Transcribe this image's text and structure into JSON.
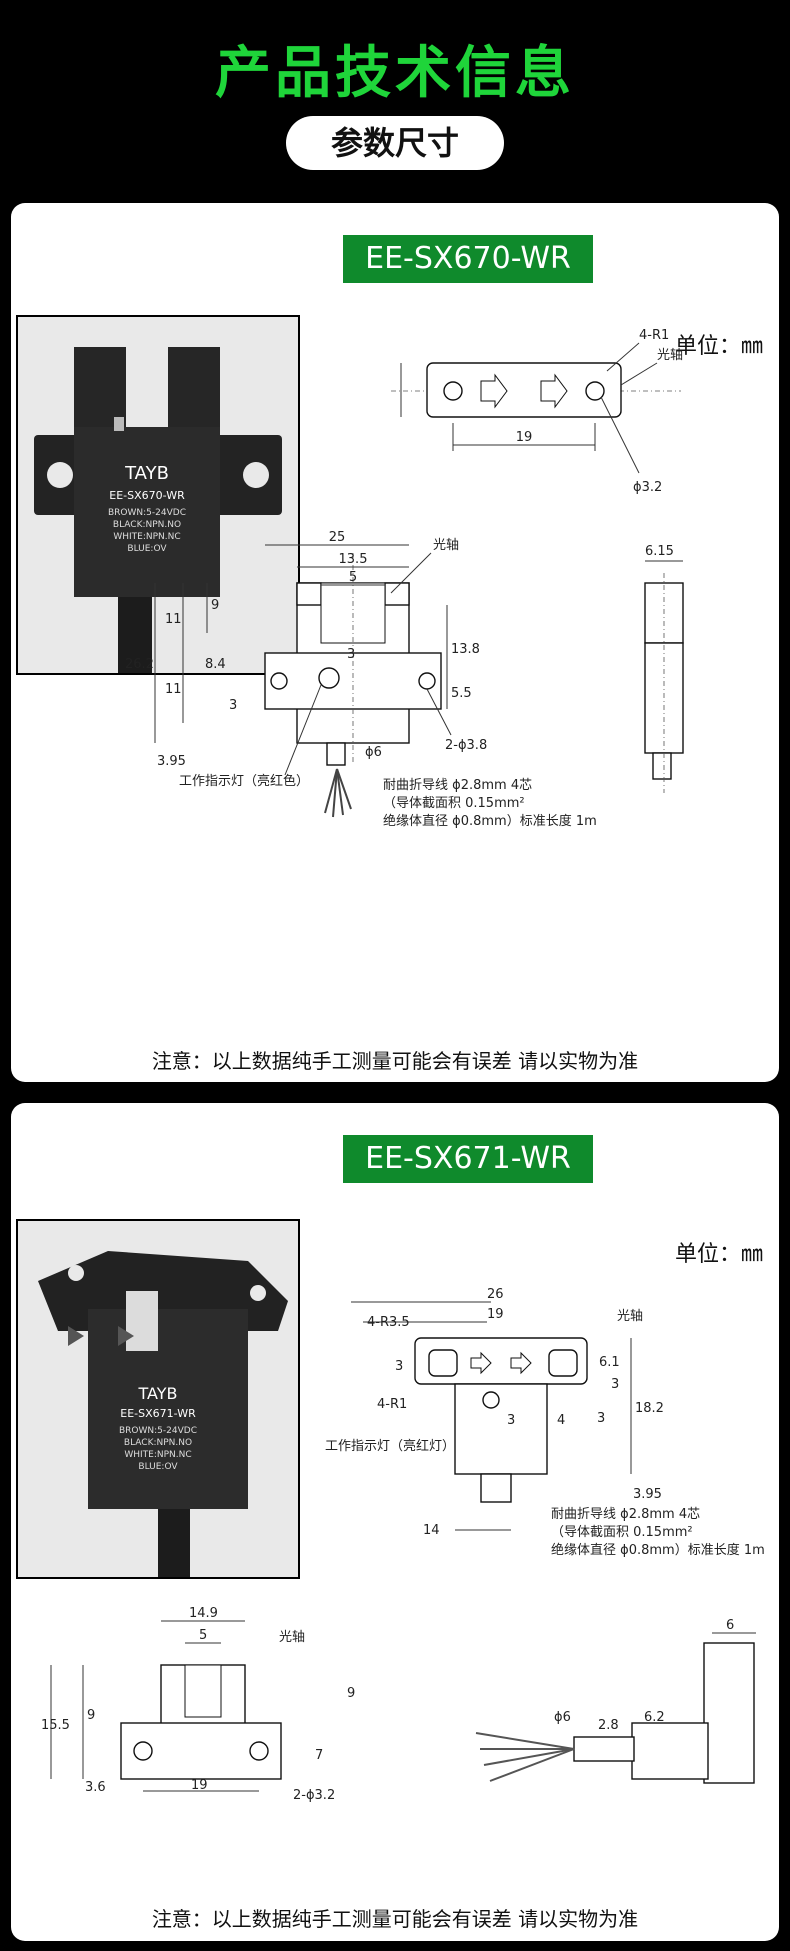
{
  "header": {
    "title": "产品技术信息",
    "subtitle": "参数尺寸"
  },
  "colors": {
    "accent": "#1fd53a",
    "banner": "#0f8a2c",
    "page_bg": "#000000"
  },
  "cards": [
    {
      "model": "EE-SX670-WR",
      "unit": "单位：㎜",
      "photo": {
        "brand": "TAYB",
        "model": "EE-SX670-WR",
        "lines": [
          "BROWN:5-24VDC",
          "BLACK:NPN.NO",
          "WHITE:NPN.NC",
          "BLUE:OV"
        ]
      },
      "top_view": {
        "r_label": "4-R1",
        "axis_label": "光轴",
        "width": "19",
        "hole": "ϕ3.2"
      },
      "front_view": {
        "overall_width": "25",
        "inner_width": "13.5",
        "slot": "5",
        "axis_label": "光轴",
        "slot_depth": "9",
        "dim_11a": "11",
        "height": "26.2",
        "dim_8_4": "8.4",
        "dim_3a": "3",
        "dim_11b": "11",
        "dim_3b": "3",
        "dim_13_8": "13.8",
        "dim_5_5": "5.5",
        "holes": "2-ϕ3.8",
        "bottom": "3.95",
        "cable": "ϕ6",
        "indicator": "工作指示灯（亮红色）",
        "cable_note": [
          "耐曲折导线 ϕ2.8mm  4芯",
          "（导体截面积 0.15mm²",
          "绝缘体直径 ϕ0.8mm）标准长度 1m"
        ]
      },
      "side_view": {
        "thickness": "6.15"
      },
      "note": "注意：以上数据纯手工测量可能会有误差 请以实物为准"
    },
    {
      "model": "EE-SX671-WR",
      "unit": "单位：㎜",
      "photo": {
        "brand": "TAYB",
        "model": "EE-SX671-WR",
        "lines": [
          "BROWN:5-24VDC",
          "BLACK:NPN.NO",
          "WHITE:NPN.NC",
          "BLUE:OV"
        ]
      },
      "top_view": {
        "overall_width": "26",
        "hole_pitch": "19",
        "r_label_a": "4-R3.5",
        "r_label_b": "4-R1",
        "axis_label": "光轴",
        "dim_3": "3",
        "dim_6_1": "6.1",
        "dim_3b": "3",
        "dim_3c": "3",
        "dim_4": "4",
        "dim_3d": "3",
        "dim_18_2": "18.2",
        "bottom": "3.95",
        "base": "14",
        "indicator": "工作指示灯（亮红灯）",
        "cable_note": [
          "耐曲折导线 ϕ2.8mm  4芯",
          "（导体截面积 0.15mm²",
          "绝缘体直径 ϕ0.8mm）标准长度 1m"
        ]
      },
      "front_view": {
        "inner_width": "14.9",
        "slot": "5",
        "axis_label": "光轴",
        "height": "15.5",
        "slot_depth": "9",
        "right_9": "9",
        "right_7": "7",
        "bottom": "3.6",
        "pitch": "19",
        "holes": "2-ϕ3.2"
      },
      "side_view": {
        "thickness": "6",
        "cable": "ϕ6",
        "dim_2_8": "2.8",
        "dim_6_2": "6.2"
      },
      "note": "注意：以上数据纯手工测量可能会有误差 请以实物为准"
    }
  ]
}
